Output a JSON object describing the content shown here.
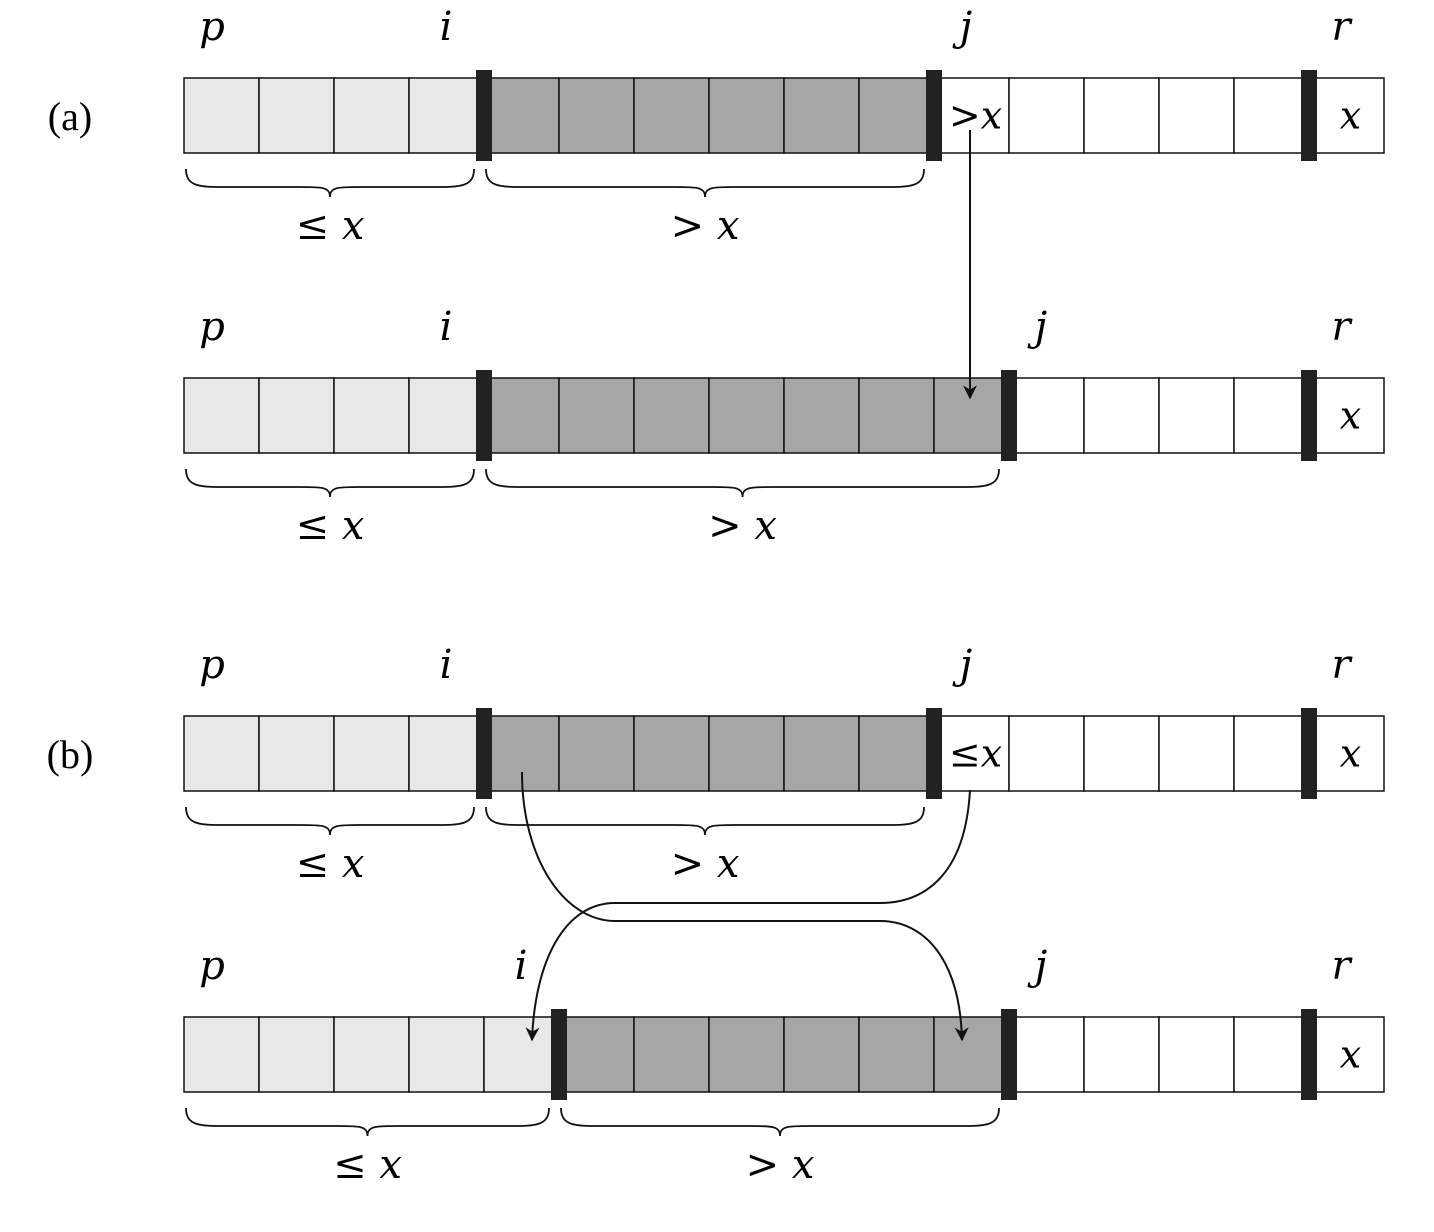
{
  "colors": {
    "le_region": "#e8e8e8",
    "gt_region": "#a6a6a6",
    "unprocessed": "#ffffff",
    "divider": "#222222",
    "stroke": "#111111"
  },
  "parts": [
    {
      "label": "(a)",
      "rows": [
        {
          "marks": {
            "p": "p",
            "i": "i",
            "j": "j",
            "r": "r"
          },
          "cells": [
            "le",
            "le",
            "le",
            "le",
            "gt",
            "gt",
            "gt",
            "gt",
            "gt",
            "gt",
            "u",
            "u",
            "u",
            "u",
            "u",
            "pivot"
          ],
          "dividers_after": [
            4,
            10,
            15
          ],
          "cell_texts": [
            {
              "index": 10,
              "text": ">x"
            },
            {
              "index": 15,
              "text": "x"
            }
          ],
          "braces": [
            {
              "from": 0,
              "to": 4,
              "label": "≤ x"
            },
            {
              "from": 4,
              "to": 10,
              "label": "> x"
            }
          ]
        },
        {
          "marks": {
            "p": "p",
            "i": "i",
            "j": "j",
            "r": "r"
          },
          "cells": [
            "le",
            "le",
            "le",
            "le",
            "gt",
            "gt",
            "gt",
            "gt",
            "gt",
            "gt",
            "gt",
            "u",
            "u",
            "u",
            "u",
            "pivot"
          ],
          "dividers_after": [
            4,
            11,
            15
          ],
          "cell_texts": [
            {
              "index": 15,
              "text": "x"
            }
          ],
          "braces": [
            {
              "from": 0,
              "to": 4,
              "label": "≤ x"
            },
            {
              "from": 4,
              "to": 11,
              "label": "> x"
            }
          ]
        }
      ]
    },
    {
      "label": "(b)",
      "rows": [
        {
          "marks": {
            "p": "p",
            "i": "i",
            "j": "j",
            "r": "r"
          },
          "cells": [
            "le",
            "le",
            "le",
            "le",
            "gt",
            "gt",
            "gt",
            "gt",
            "gt",
            "gt",
            "u",
            "u",
            "u",
            "u",
            "u",
            "pivot"
          ],
          "dividers_after": [
            4,
            10,
            15
          ],
          "cell_texts": [
            {
              "index": 10,
              "text": "≤x"
            },
            {
              "index": 15,
              "text": "x"
            }
          ],
          "braces": [
            {
              "from": 0,
              "to": 4,
              "label": "≤ x"
            },
            {
              "from": 4,
              "to": 10,
              "label": "> x"
            }
          ]
        },
        {
          "marks": {
            "p": "p",
            "i": "i",
            "j": "j",
            "r": "r"
          },
          "cells": [
            "le",
            "le",
            "le",
            "le",
            "le",
            "gt",
            "gt",
            "gt",
            "gt",
            "gt",
            "gt",
            "u",
            "u",
            "u",
            "u",
            "pivot"
          ],
          "dividers_after": [
            5,
            11,
            15
          ],
          "cell_texts": [
            {
              "index": 15,
              "text": "x"
            }
          ],
          "braces": [
            {
              "from": 0,
              "to": 5,
              "label": "≤ x"
            },
            {
              "from": 5,
              "to": 11,
              "label": "> x"
            }
          ]
        }
      ]
    }
  ]
}
